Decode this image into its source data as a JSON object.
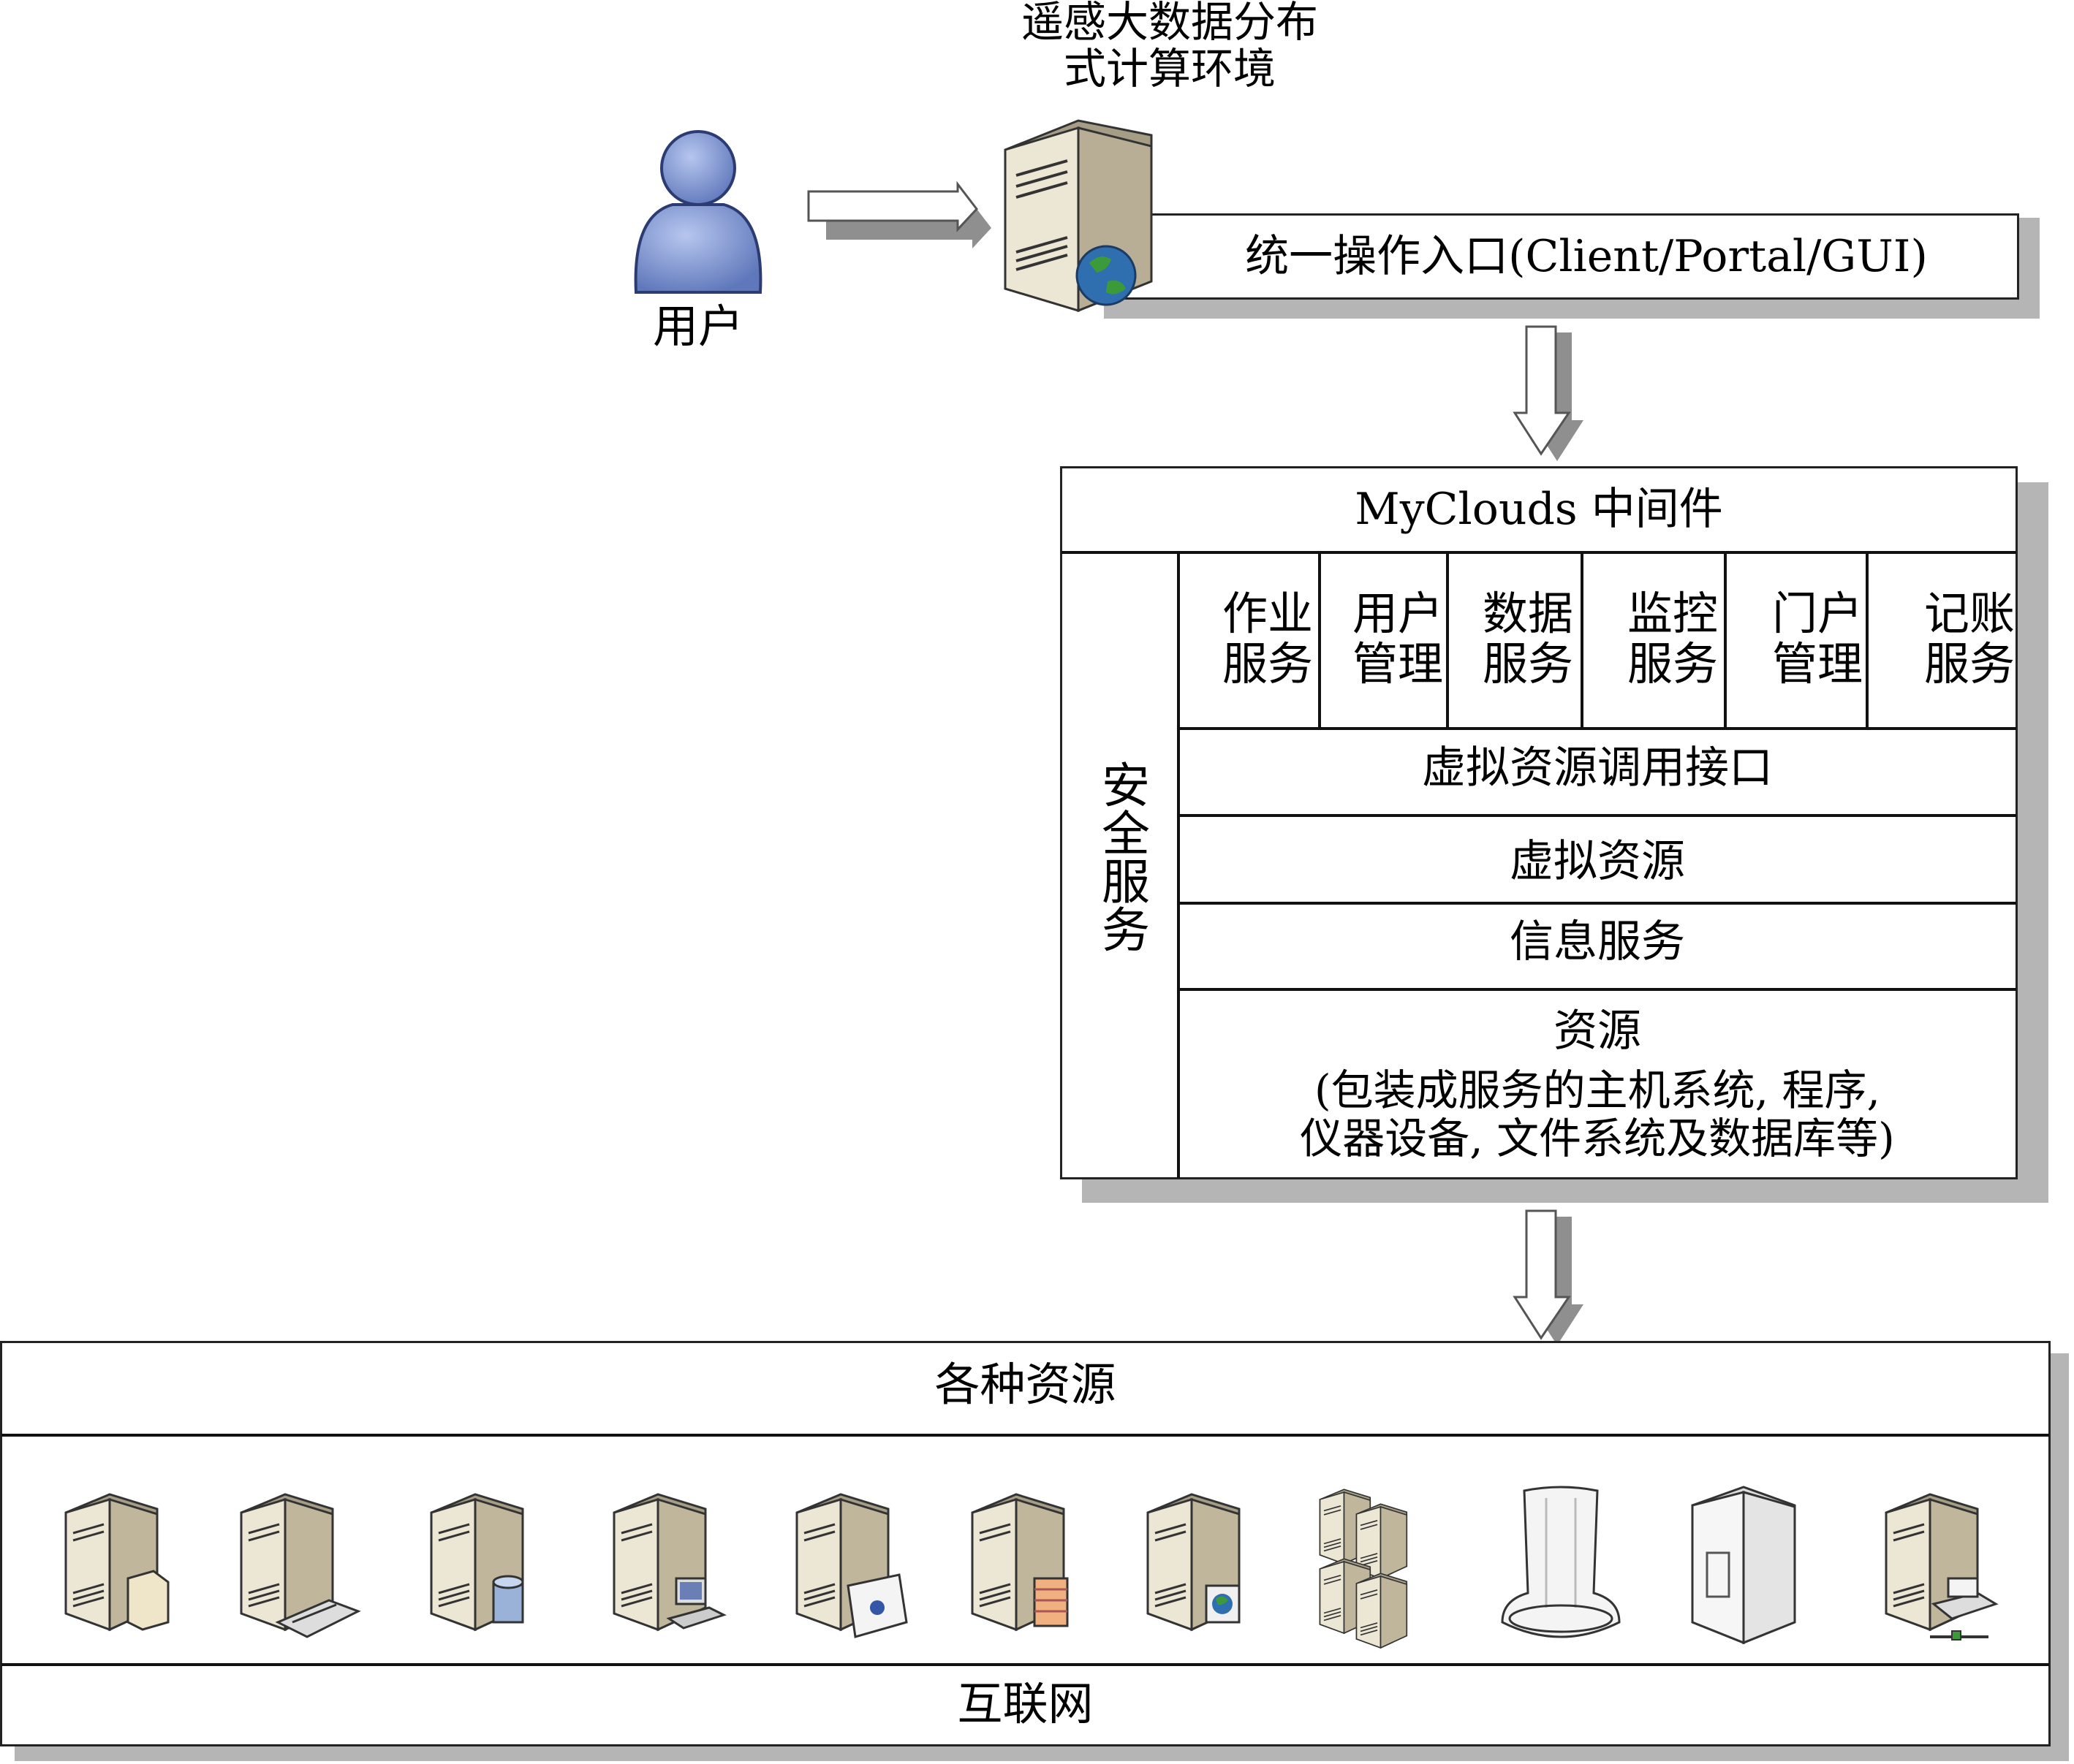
{
  "top": {
    "env_title_line1": "遥感大数据分布",
    "env_title_line2": "式计算环境",
    "user_label": "用户",
    "portal_label": "统一操作入口(Client/Portal/GUI)"
  },
  "middleware": {
    "title": "MyClouds 中间件",
    "security": "安全服务",
    "services": [
      {
        "line1": "作业",
        "line2": "服务"
      },
      {
        "line1": "用户",
        "line2": "管理"
      },
      {
        "line1": "数据",
        "line2": "服务"
      },
      {
        "line1": "监控",
        "line2": "服务"
      },
      {
        "line1": "门户",
        "line2": "管理"
      },
      {
        "line1": "记账",
        "line2": "服务"
      }
    ],
    "layers": {
      "vri": "虚拟资源调用接口",
      "vr": "虚拟资源",
      "info": "信息服务",
      "res_title": "资源",
      "res_line1": "(包装成服务的主机系统, 程序,",
      "res_line2": "仪器设备, 文件系统及数据库等)"
    }
  },
  "resources": {
    "title": "各种资源",
    "footer": "互联网",
    "icons": [
      "server-file-icon",
      "server-tape-icon",
      "server-database-icon",
      "server-workstation-icon",
      "server-media-icon",
      "server-firewall-icon",
      "server-web-icon",
      "server-cluster-icon",
      "mainframe-tower-icon",
      "rack-cabinet-icon",
      "server-printer-icon"
    ]
  },
  "colors": {
    "user_fill": "#7f96cf",
    "server_front": "#ece6d4",
    "server_side": "#a59d86",
    "shadow": "#b5b5b5"
  }
}
